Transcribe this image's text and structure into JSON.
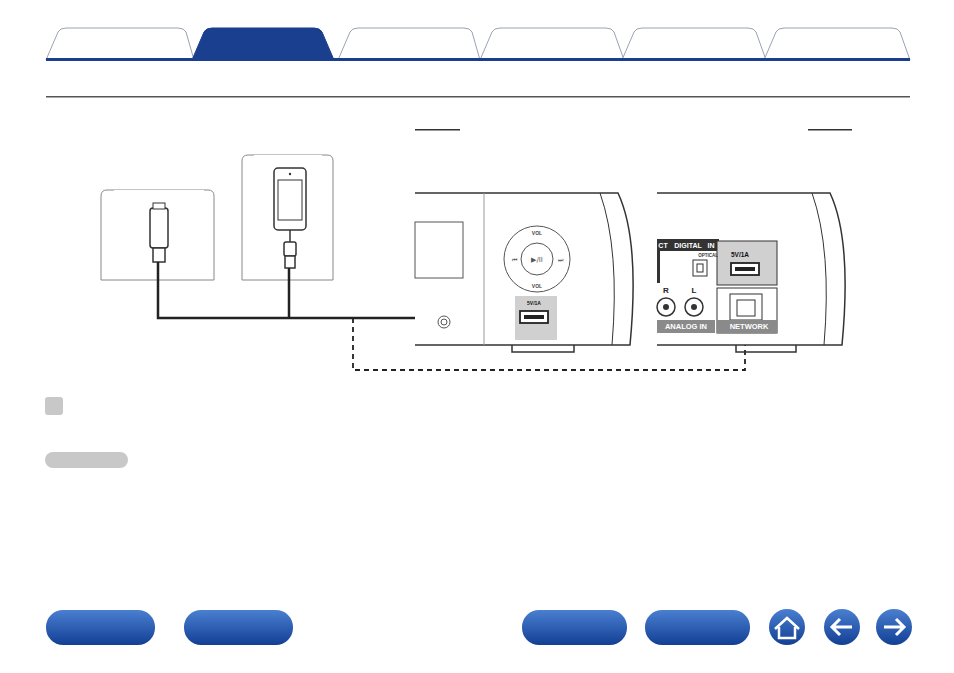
{
  "diagram": {
    "labels": [
      "VOL",
      "VOL",
      "5V/1A",
      "CT",
      "DIGITAL",
      "IN",
      "OPTICAL",
      "5V/1A",
      "R",
      "L",
      "ANALOG IN",
      "NETWORK"
    ]
  }
}
